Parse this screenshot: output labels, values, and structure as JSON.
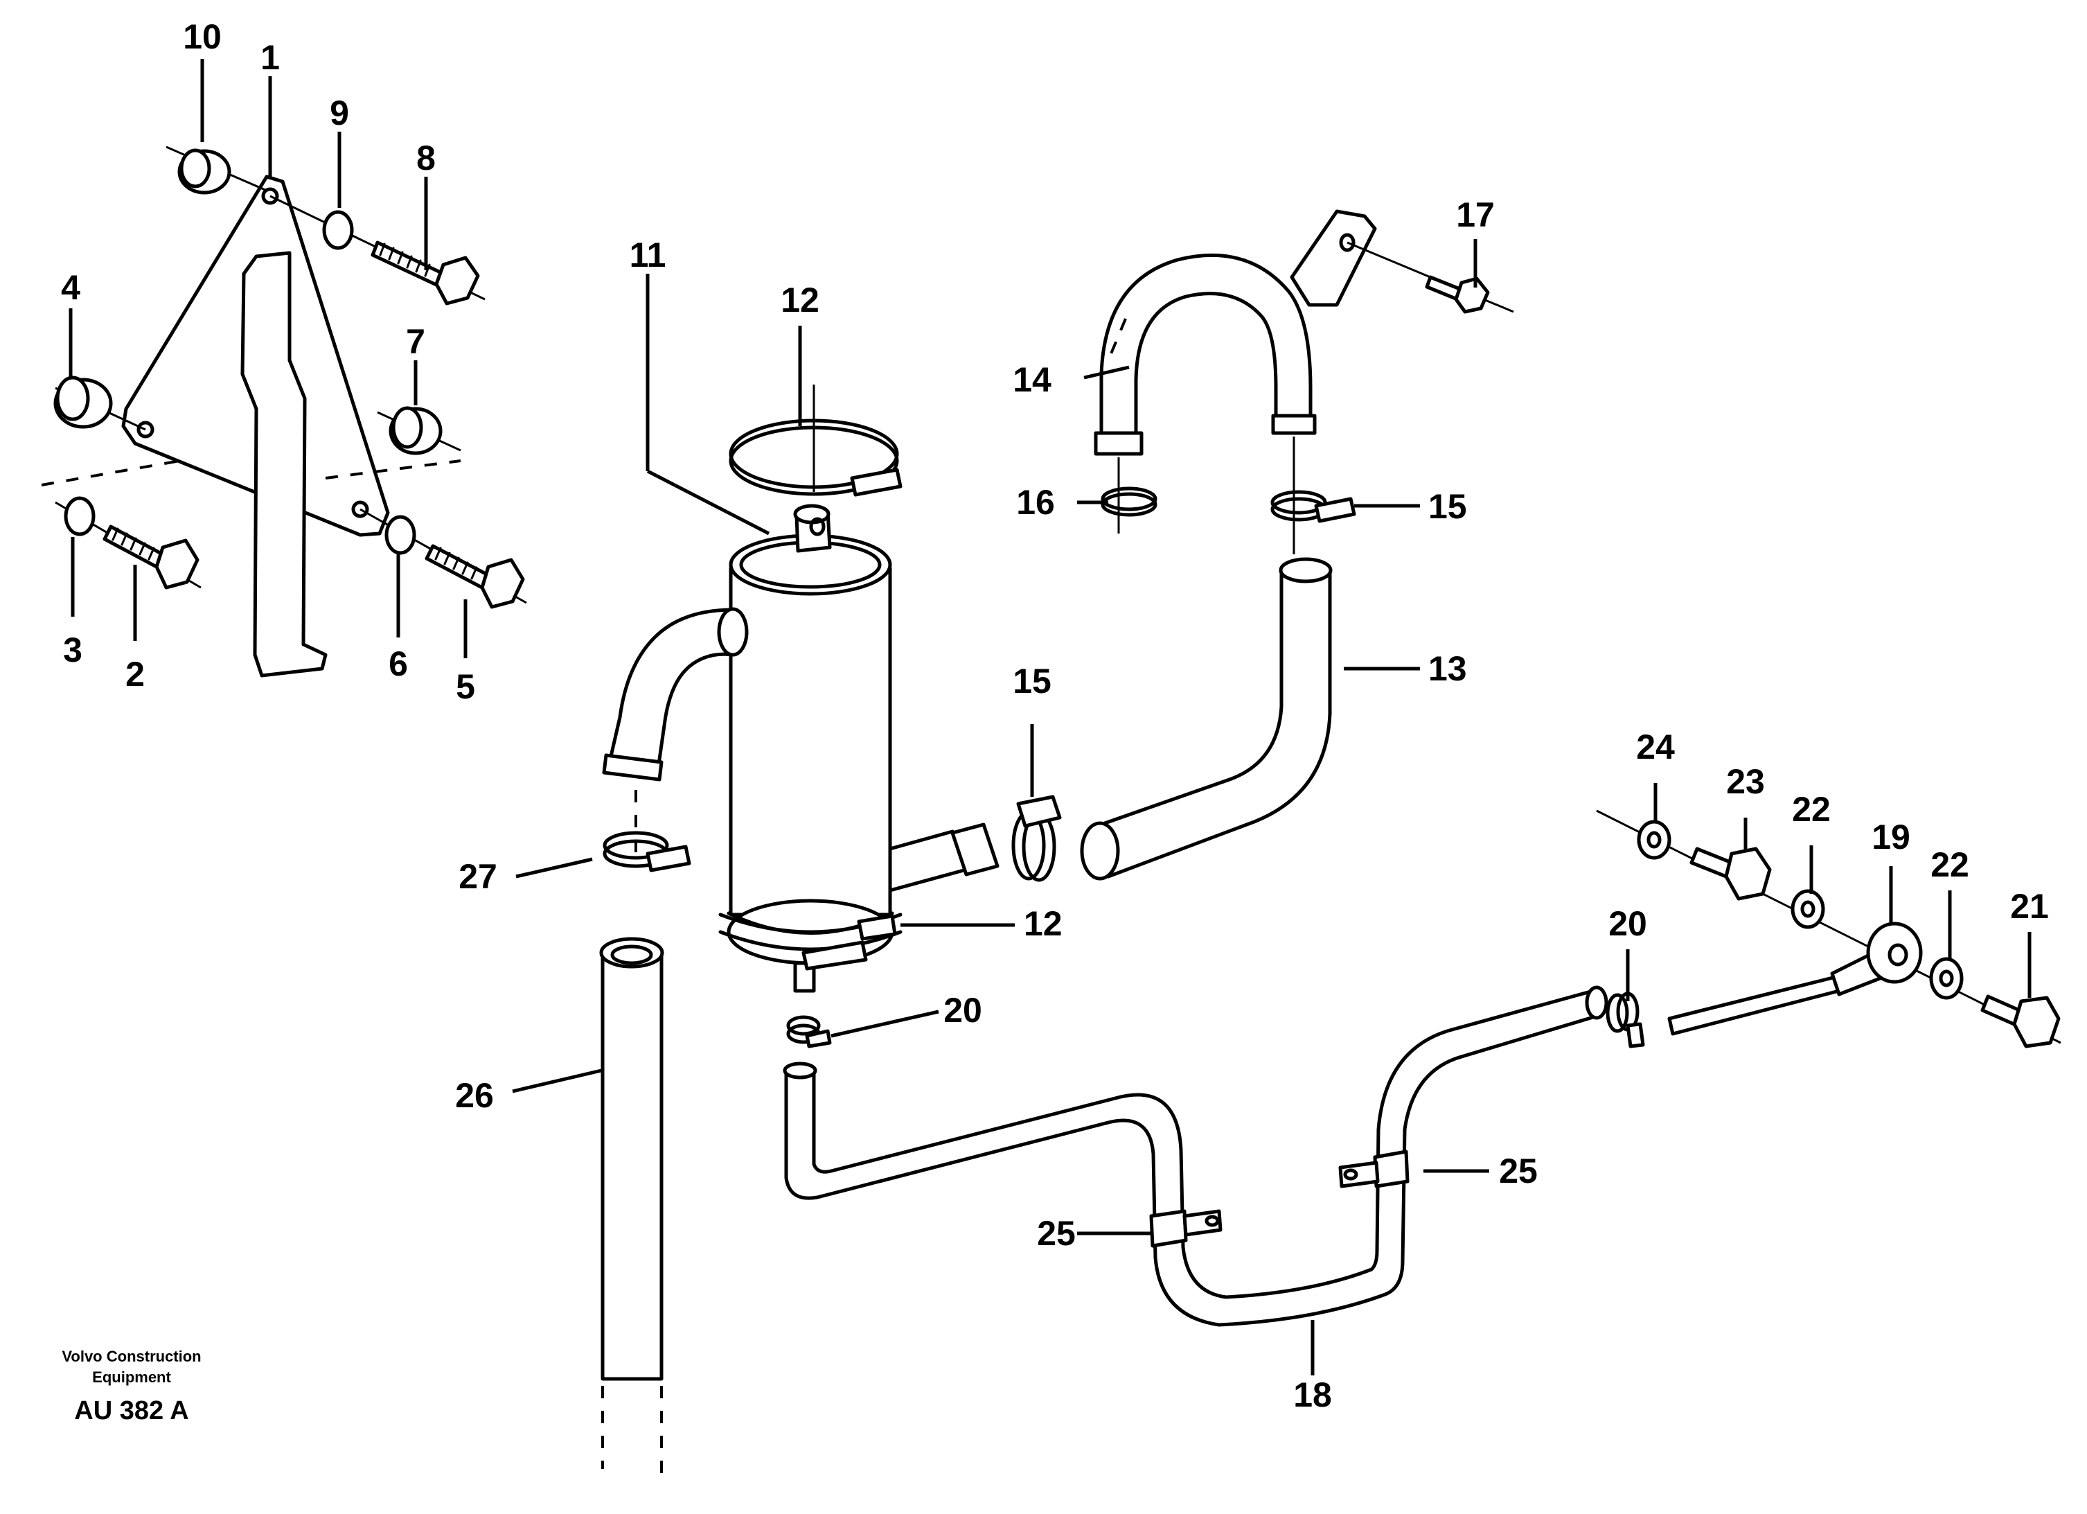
{
  "diagram": {
    "credit_line1": "Volvo Construction",
    "credit_line2": "Equipment",
    "drawing_code": "AU 382 A",
    "callouts": {
      "c1": "1",
      "c2": "2",
      "c3": "3",
      "c4": "4",
      "c5": "5",
      "c6": "6",
      "c7": "7",
      "c8": "8",
      "c9": "9",
      "c10": "10",
      "c11": "11",
      "c12a": "12",
      "c12b": "12",
      "c13": "13",
      "c14": "14",
      "c15a": "15",
      "c15b": "15",
      "c16": "16",
      "c17": "17",
      "c18": "18",
      "c19": "19",
      "c20a": "20",
      "c20b": "20",
      "c21": "21",
      "c22a": "22",
      "c22b": "22",
      "c23": "23",
      "c24": "24",
      "c25a": "25",
      "c25b": "25",
      "c26": "26",
      "c27": "27"
    }
  }
}
